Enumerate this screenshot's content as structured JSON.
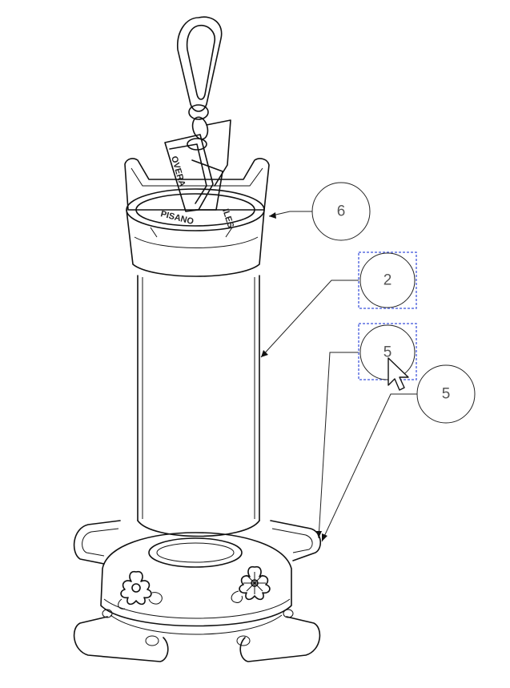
{
  "balloons": [
    {
      "id": "callout-6",
      "label": "6"
    },
    {
      "id": "callout-2",
      "label": "2"
    },
    {
      "id": "callout-5-selected",
      "label": "5"
    },
    {
      "id": "callout-5",
      "label": "5"
    }
  ],
  "embossed_text": {
    "clip_top": "OVERA",
    "clip_lid": "PISANO",
    "clip_side": "ILES"
  },
  "colors": {
    "selection": "#5b6fe0",
    "line": "#111111",
    "balloon_text": "#555555"
  }
}
